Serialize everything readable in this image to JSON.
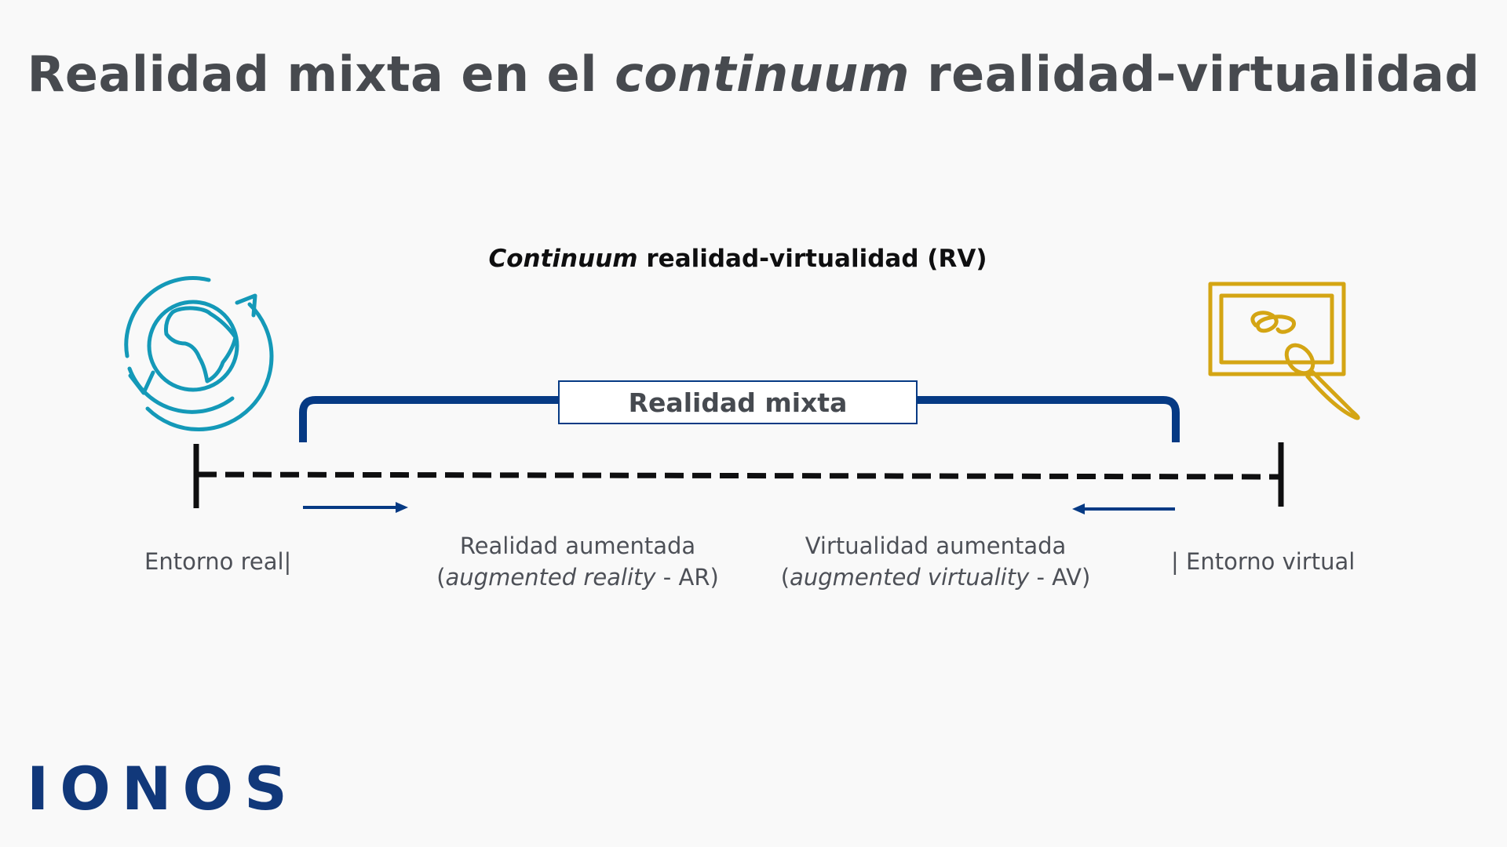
{
  "title": {
    "part1": "Realidad mixta en el",
    "italic": "continuum",
    "part2": "realidad-virtualidad"
  },
  "subtitle": {
    "italic": "Continuum",
    "rest": "realidad-virtualidad (RV)"
  },
  "mixed_reality_label": "Realidad mixta",
  "left_end": {
    "label": "Entorno real",
    "marker": "|",
    "icon": "globe-with-rotation-arrows-icon"
  },
  "right_end": {
    "label": "Entorno virtual",
    "marker": "|",
    "icon": "canvas-with-paintbrush-icon"
  },
  "augmented_reality": {
    "line1": "Realidad aumentada",
    "open": "(",
    "italic": "augmented reality",
    "close": " - AR)"
  },
  "augmented_virtuality": {
    "line1": "Virtualidad aumentada",
    "open": "(",
    "italic": "augmented virtuality",
    "close": " - AV)"
  },
  "logo": "IONOS",
  "colors": {
    "bracket_blue": "#063a84",
    "globe_teal": "#1499b8",
    "canvas_gold": "#d4a514",
    "title_gray": "#474a4f",
    "background": "#f9f9f9"
  }
}
